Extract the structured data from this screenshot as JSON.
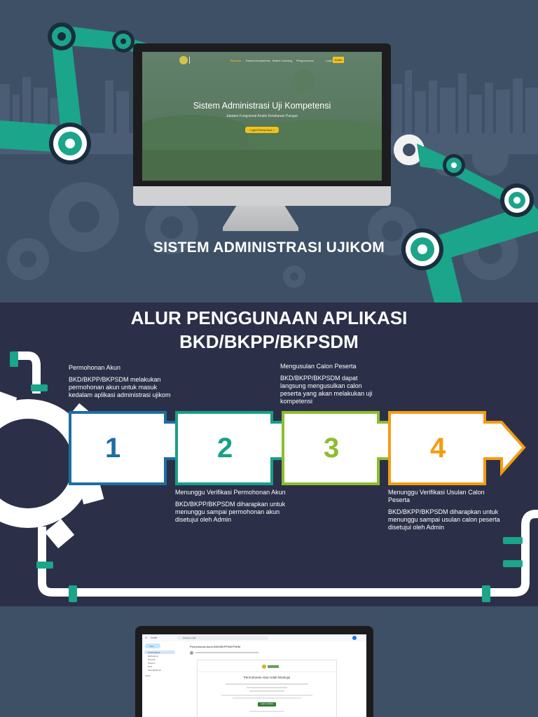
{
  "hero": {
    "title": "SISTEM ADMINISTRASI UJIKOM",
    "website": {
      "nav": [
        "Beranda",
        "Kamus Kompetensi",
        "Materi Learning",
        "Pengumuman"
      ],
      "login": "Login",
      "register": "Daftar",
      "title": "Sistem Administrasi Uji Kompetensi",
      "subtitle": "Jabatan Fungsional Analis Ketahanan Pangan",
      "button": "Login/Selanjutnya >"
    }
  },
  "flow": {
    "title_line1": "ALUR PENGGUNAAN APLIKASI",
    "title_line2": "BKD/BKPP/BKPSDM",
    "steps": [
      {
        "number": "1",
        "title": "Permohonan Akun",
        "text": "BKD/BKPP/BKPSDM melakukan permohonan akun untuk masuk kedalam aplikasi administrasi ujikom",
        "color": "#1c6ea4"
      },
      {
        "number": "2",
        "title": "Menunggu Verifikasi Permohonan Akun",
        "text": "BKD/BKPP/BKPSDM diharapkan untuk menunggu sampai permohonan akun disetujui oleh Admin",
        "color": "#16a085"
      },
      {
        "number": "3",
        "title": "Mengusulan Calon Peserta",
        "text": "BKD/BKPP/BKPSDM dapat langsung mengusulkan calon peserta yang akan melakukan uji kompetensi",
        "color": "#8cbd2f"
      },
      {
        "number": "4",
        "title": "Menunggu Verifikasi Usulan Calon Peserta",
        "text": "BKD/BKPP/BKPSDM diharapkan untuk menunggu sampai usulan calon peserta disetujui oleh Admin",
        "color": "#f39c12"
      }
    ]
  },
  "email": {
    "app": "Gmail",
    "search": "Telusuri email",
    "compose": "Tulis",
    "folders": [
      "Kotak Masuk",
      "Berbintang",
      "Ditunda",
      "Terkirim",
      "Draf",
      "Selengkapnya"
    ],
    "labels_heading": "Label",
    "subject": "Permohonan Akun BKD/BKPP/BKPSDM",
    "card_title": "Permohonan Akun telah Disetujui",
    "button": "Login ke Aplikasi"
  },
  "colors": {
    "teal": "#1ba58b",
    "navy": "#2b3048",
    "slate": "#3e5066",
    "yellow": "#f2c21b"
  }
}
